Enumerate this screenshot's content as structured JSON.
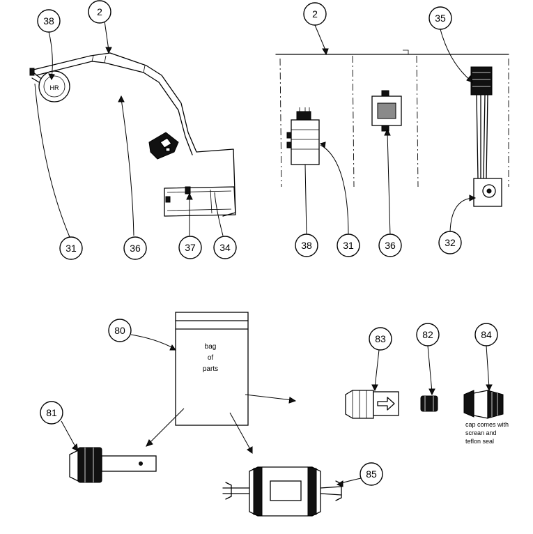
{
  "callouts": [
    {
      "id": "c-2-left",
      "label": "2"
    },
    {
      "id": "c-38-left",
      "label": "38"
    },
    {
      "id": "c-31-left",
      "label": "31"
    },
    {
      "id": "c-36-left",
      "label": "36"
    },
    {
      "id": "c-37",
      "label": "37"
    },
    {
      "id": "c-34",
      "label": "34"
    },
    {
      "id": "c-2-right",
      "label": "2"
    },
    {
      "id": "c-35",
      "label": "35"
    },
    {
      "id": "c-38-right",
      "label": "38"
    },
    {
      "id": "c-31-right",
      "label": "31"
    },
    {
      "id": "c-36-right",
      "label": "36"
    },
    {
      "id": "c-32",
      "label": "32"
    },
    {
      "id": "c-80",
      "label": "80"
    },
    {
      "id": "c-83",
      "label": "83"
    },
    {
      "id": "c-82",
      "label": "82"
    },
    {
      "id": "c-84",
      "label": "84"
    },
    {
      "id": "c-81",
      "label": "81"
    },
    {
      "id": "c-85",
      "label": "85"
    }
  ],
  "bag": {
    "line1": "bag",
    "line2": "of",
    "line3": "parts"
  },
  "capacitor_mark": "HR",
  "note": {
    "line1": "cap comes with",
    "line2": "screan and",
    "line3": "teflon seal"
  }
}
